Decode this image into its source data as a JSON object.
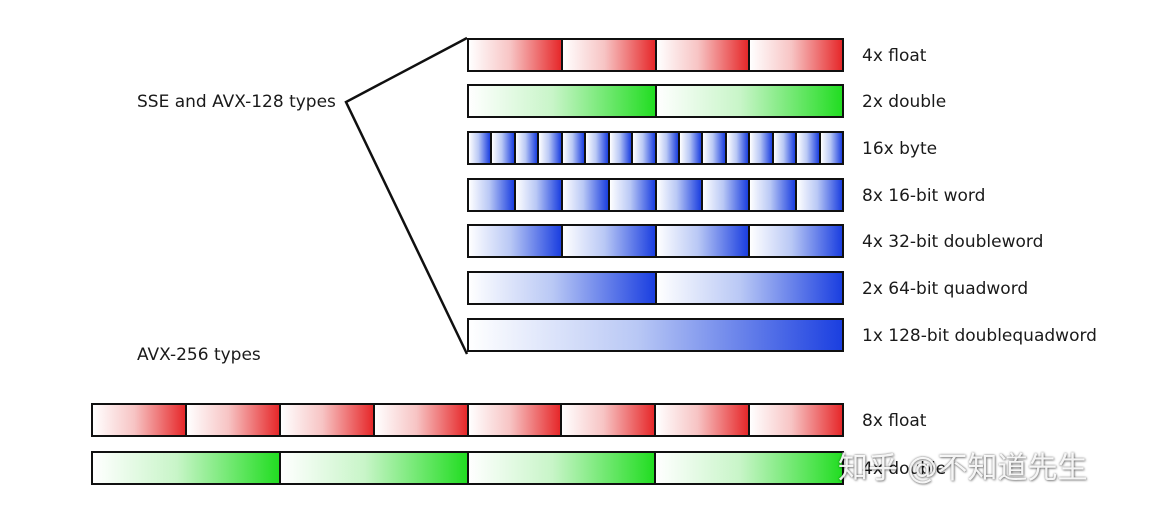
{
  "groups": {
    "sse": "SSE and AVX-128 types",
    "avx256": "AVX-256 types"
  },
  "rows128": [
    {
      "label": "4x float",
      "cells": 4,
      "color": "red"
    },
    {
      "label": "2x double",
      "cells": 2,
      "color": "green"
    },
    {
      "label": "16x byte",
      "cells": 16,
      "color": "blue"
    },
    {
      "label": "8x 16-bit word",
      "cells": 8,
      "color": "blue"
    },
    {
      "label": "4x 32-bit doubleword",
      "cells": 4,
      "color": "blue"
    },
    {
      "label": "2x 64-bit quadword",
      "cells": 2,
      "color": "blue"
    },
    {
      "label": "1x 128-bit doublequadword",
      "cells": 1,
      "color": "blue"
    }
  ],
  "rows256": [
    {
      "label": "8x float",
      "cells": 8,
      "color": "red"
    },
    {
      "label": "4x double",
      "cells": 4,
      "color": "green"
    }
  ],
  "watermark": "知乎 @不知道先生",
  "colors": {
    "red": "#e6282a",
    "green": "#22dd22",
    "blue": "#1b3fe0",
    "outline": "#101010"
  }
}
